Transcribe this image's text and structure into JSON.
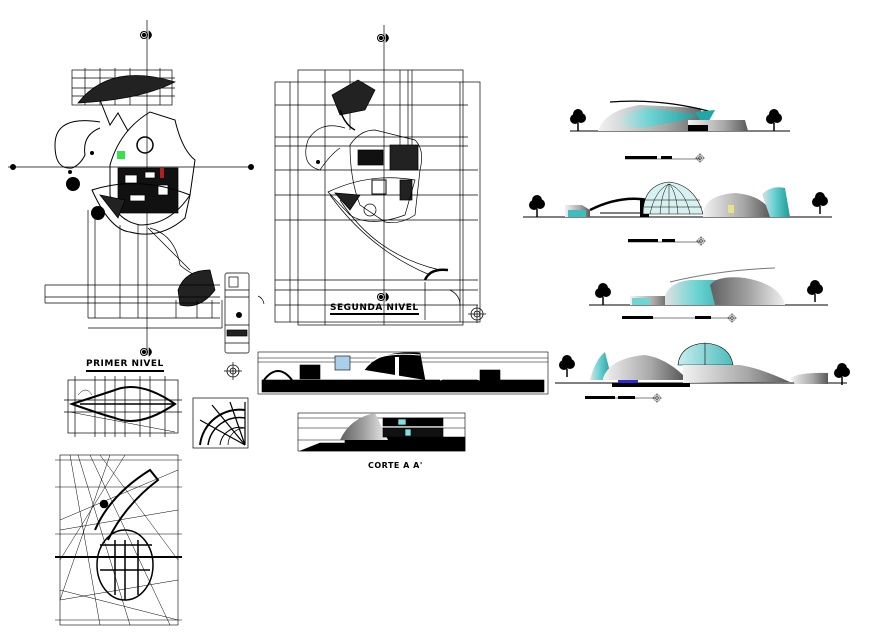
{
  "sheet": {
    "type": "architectural CAD drawing sheet",
    "background": "#ffffff",
    "colors": {
      "line": "#000000",
      "cyan_fill": "#5fcfcf",
      "teal_fill": "#1fa6a6",
      "gray_fill": "#9a9a9a",
      "highlight_green": "#36e24a",
      "accent_blue": "#2a2ad8",
      "red_marks": "#b02020"
    }
  },
  "plans": {
    "primer_nivel": {
      "title": "PRIMER NIVEL"
    },
    "segunda_nivel": {
      "title": "SEGUNDA NIVEL"
    }
  },
  "sections": {
    "corte_aa": {
      "title": "CORTE A A'"
    }
  },
  "elevations": [
    {
      "id": "elevation-1",
      "scale_bar": true
    },
    {
      "id": "elevation-2",
      "scale_bar": true
    },
    {
      "id": "elevation-3",
      "scale_bar": true
    },
    {
      "id": "elevation-4",
      "scale_bar": true
    }
  ],
  "details": [
    {
      "id": "structural-plan-lens"
    },
    {
      "id": "structural-plan-fan"
    },
    {
      "id": "structural-grid-plan"
    }
  ],
  "symbols": {
    "north_marker": "crosshair-circle",
    "axis_marker": "filled-circle-with-flag"
  }
}
